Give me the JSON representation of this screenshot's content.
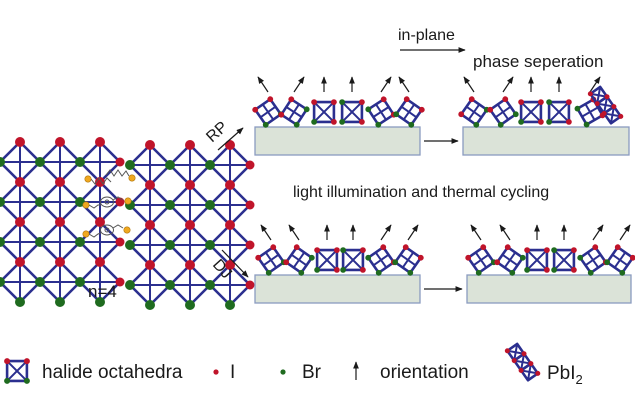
{
  "colors": {
    "bond": "#2b2f8f",
    "iodide": "#c0142a",
    "bromide": "#1f6b1f",
    "spacer_end": "#f0a820",
    "substrate_fill": "#dbe3d8",
    "substrate_stroke": "#8a9bc0",
    "text": "#1a1a1a"
  },
  "labels": {
    "in_plane": "in-plane",
    "phase_separation": "phase seperation",
    "light_thermal": "light illumination and thermal cycling",
    "rp": "RP",
    "dj": "DJ",
    "n_value": "n=4"
  },
  "legend": {
    "octahedra": "halide octahedra",
    "iodide": "I",
    "bromide": "Br",
    "orientation": "orientation",
    "pbi2_main": "PbI",
    "pbi2_sub": "2"
  },
  "rows": {
    "rp_before": {
      "orientations": [
        "tilt-left",
        "tilt-right",
        "up",
        "up",
        "tilt-right",
        "tilt-left"
      ]
    },
    "rp_after": {
      "orientations": [
        "tilt-left",
        "tilt-right",
        "up",
        "up",
        "tilt-right",
        "pbi2"
      ]
    },
    "dj_before": {
      "orientations": [
        "tilt-left",
        "tilt-left",
        "up",
        "up",
        "tilt-right",
        "tilt-right"
      ]
    },
    "dj_after": {
      "orientations": [
        "tilt-left",
        "tilt-left",
        "up",
        "up",
        "tilt-right",
        "tilt-right"
      ]
    }
  }
}
